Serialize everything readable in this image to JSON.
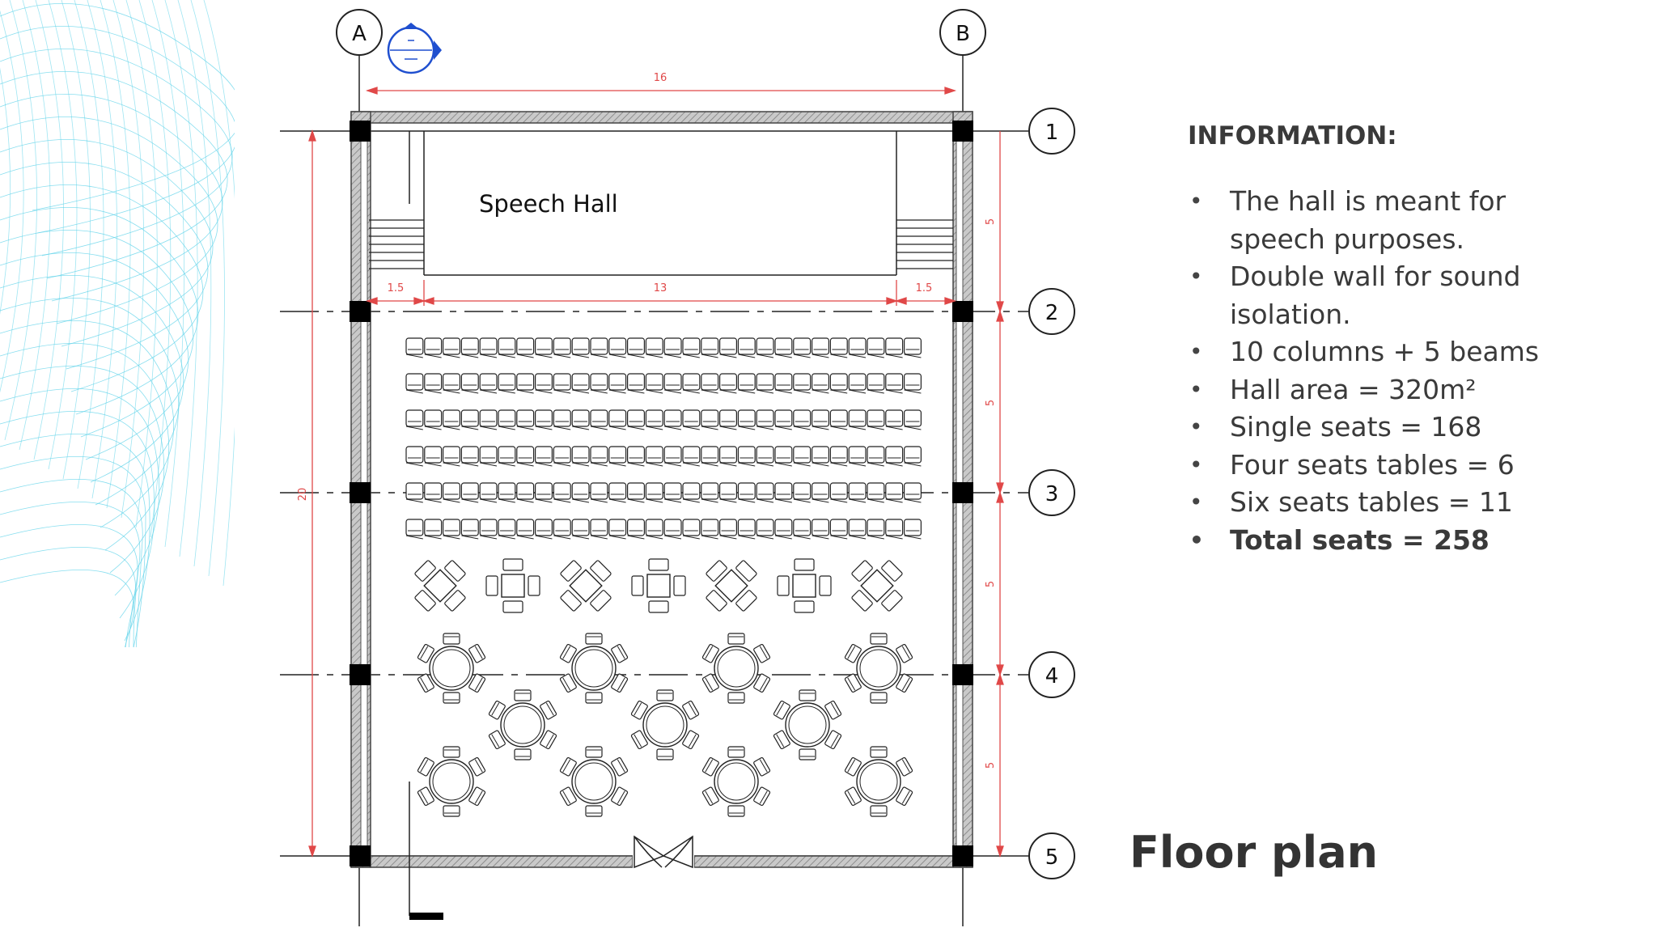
{
  "grid": {
    "columns": [
      "A",
      "B"
    ],
    "rows": [
      "1",
      "2",
      "3",
      "4",
      "5"
    ]
  },
  "dimensions": {
    "top_width": "16",
    "stage_left": "1.5",
    "stage_mid": "13",
    "stage_right": "1.5",
    "total_length": "20",
    "bay_1_2": "5",
    "bay_2_3": "5",
    "bay_3_4": "5",
    "bay_4_5": "5"
  },
  "room_label": "Speech Hall",
  "info": {
    "heading": "INFORMATION:",
    "items": [
      {
        "line1": "The hall is meant for",
        "line2": "speech purposes."
      },
      {
        "line1": "Double wall for sound",
        "line2": "isolation."
      },
      {
        "line1": "10 columns + 5 beams"
      },
      {
        "line1": "Hall area = 320m²"
      },
      {
        "line1": "Single seats = 168"
      },
      {
        "line1": "Four seats tables = 6"
      },
      {
        "line1": "Six seats tables = 11"
      },
      {
        "line1": "Total seats = 258"
      }
    ]
  },
  "title": "Floor plan",
  "colors": {
    "dimension": "#e04848",
    "wireframe": "#5fd3ea",
    "section_marker": "#1f4fcf",
    "wall": "#8a8a8a"
  }
}
